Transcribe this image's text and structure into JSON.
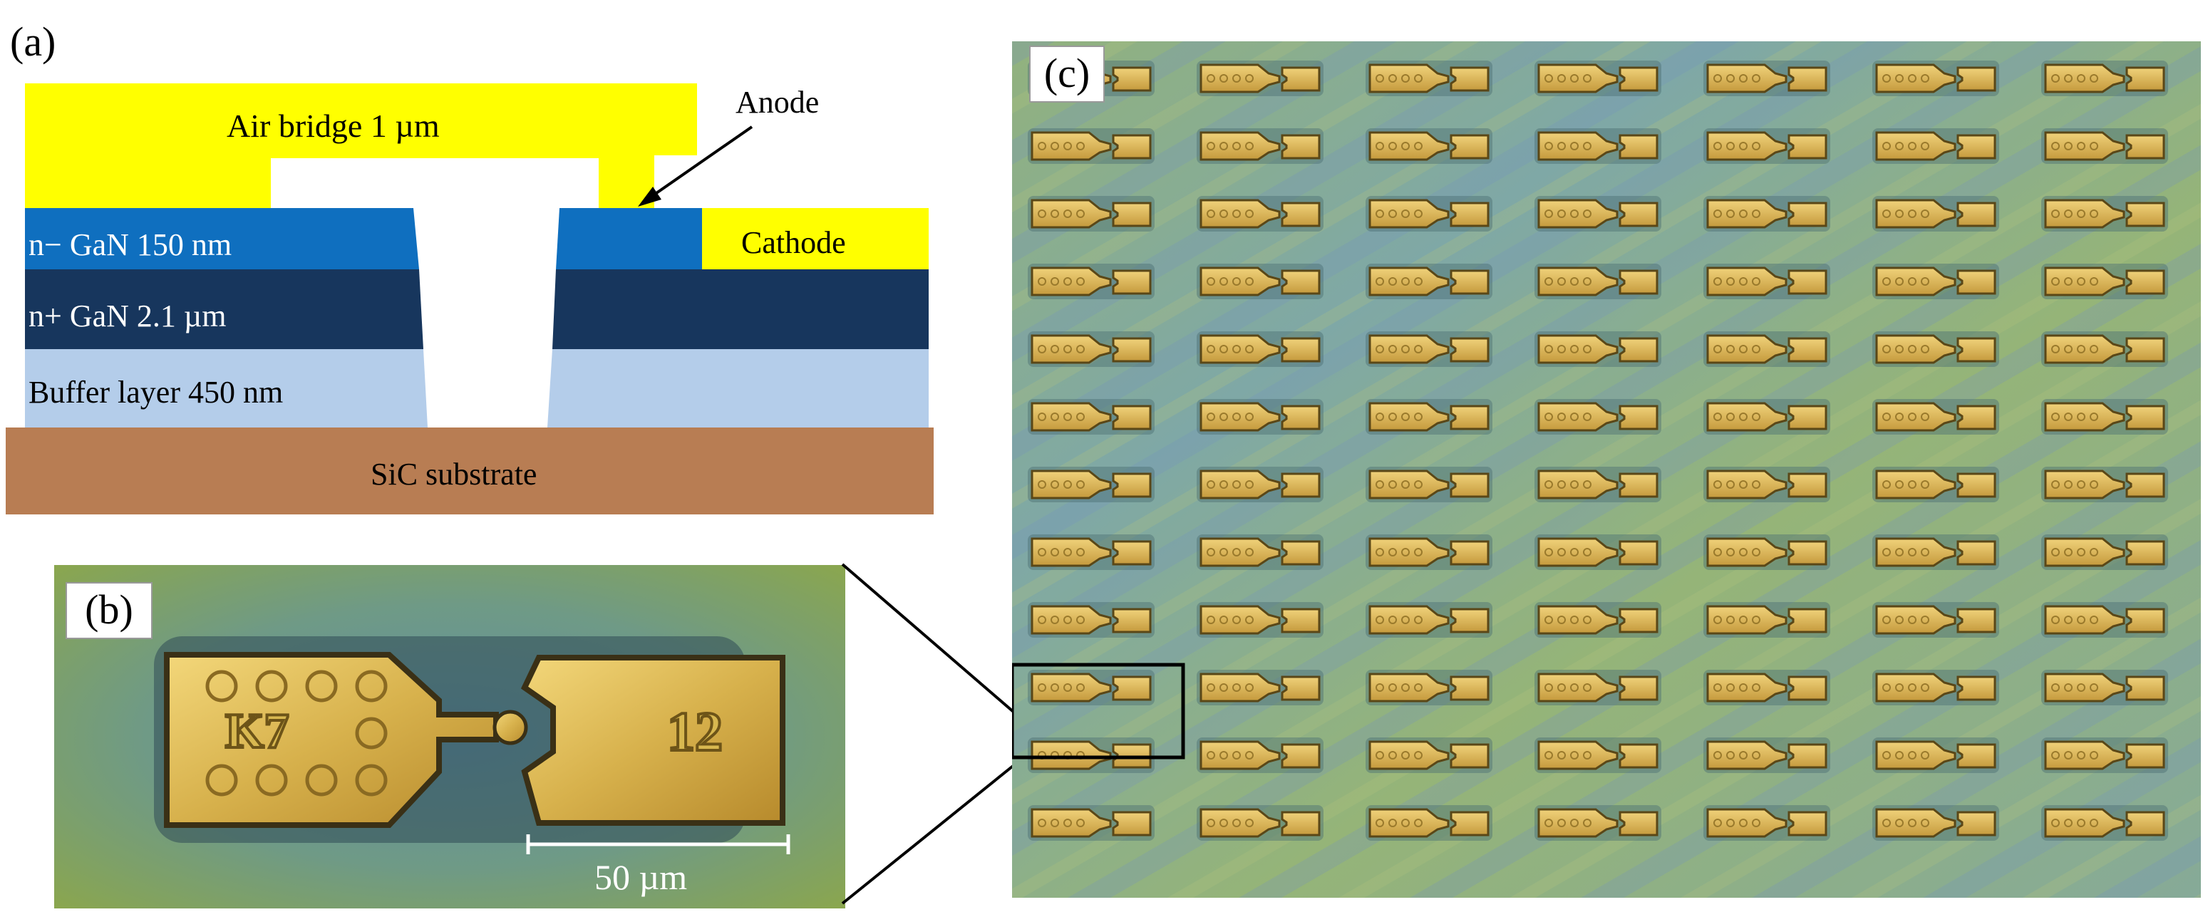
{
  "panel_a": {
    "label": "(a)",
    "air_bridge_label": "Air bridge  1 µm",
    "anode_label": "Anode",
    "cathode_label": "Cathode",
    "layers": {
      "n_minus": "n− GaN  150 nm",
      "n_plus": "n+ GaN  2.1 µm",
      "buffer": "Buffer layer 450 nm",
      "substrate": "SiC substrate"
    },
    "colors": {
      "air_bridge": "#ffff00",
      "n_minus": "#0f6fbf",
      "n_plus": "#17365d",
      "buffer": "#b4cdea",
      "substrate": "#b87d53"
    }
  },
  "panel_b": {
    "label": "(b)",
    "anode_pad_text": "K7",
    "cathode_pad_text": "12",
    "scale_bar_label": "50 µm"
  },
  "panel_c": {
    "label": "(c)",
    "grid_rows": 12,
    "grid_cols": 7
  }
}
